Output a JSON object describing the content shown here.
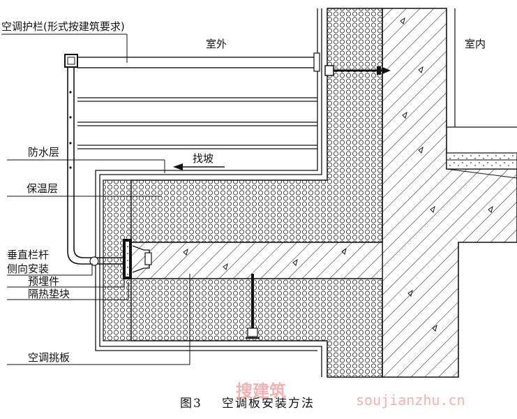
{
  "labels": {
    "railing": "空调护栏(形式按建筑要求)",
    "outdoor": "室外",
    "indoor": "室内",
    "waterproof": "防水层",
    "slope": "找坡",
    "insulation": "保温层",
    "vertical_rail_1": "垂直栏杆",
    "vertical_rail_2": "侧向安装",
    "embedded": "预埋件",
    "thermal_pad": "隔热垫块",
    "ac_slab": "空调挑板"
  },
  "caption": {
    "figure_no": "图3",
    "title": "空调板安装方法"
  },
  "watermark": {
    "cn": "搜建筑",
    "en": "soujianzhu.cn"
  },
  "colors": {
    "ink": "#111111",
    "watermark": "#f0b2b2"
  }
}
